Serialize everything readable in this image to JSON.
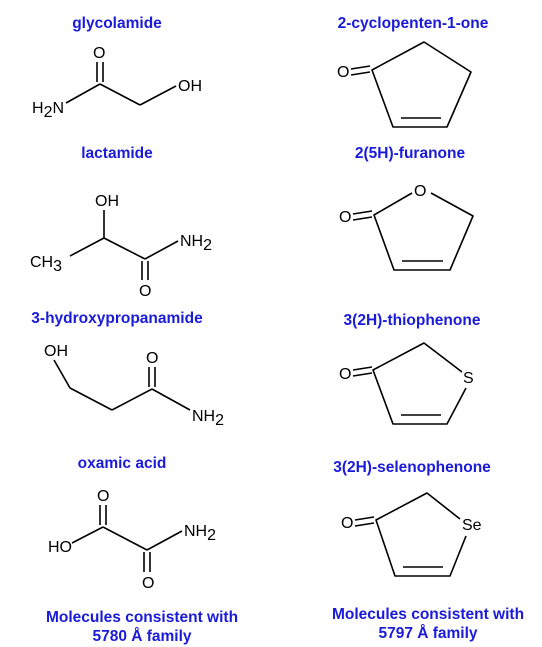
{
  "left_column": {
    "molecules": [
      {
        "name": "glycolamide"
      },
      {
        "name": "lactamide"
      },
      {
        "name": "3-hydroxypropanamide"
      },
      {
        "name": "oxamic acid"
      }
    ],
    "caption_line1": "Molecules consistent with",
    "caption_line2": "5780 Å family"
  },
  "right_column": {
    "molecules": [
      {
        "name": "2-cyclopenten-1-one"
      },
      {
        "name": "2(5H)-furanone"
      },
      {
        "name": "3(2H)-thiophenone"
      },
      {
        "name": "3(2H)-selenophenone"
      }
    ],
    "caption_line1": "Molecules consistent with",
    "caption_line2": "5797 Å family"
  },
  "atom_labels": {
    "O": "O",
    "OH": "OH",
    "HO": "HO",
    "H2N_main": "H",
    "H2N_sub": "2",
    "H2N_tail": "N",
    "NH2_main": "NH",
    "NH2_sub": "2",
    "CH3_main": "CH",
    "CH3_sub": "3",
    "S": "S",
    "Se": "Se"
  },
  "colors": {
    "label": "#1a1adb",
    "bond": "#000000"
  }
}
